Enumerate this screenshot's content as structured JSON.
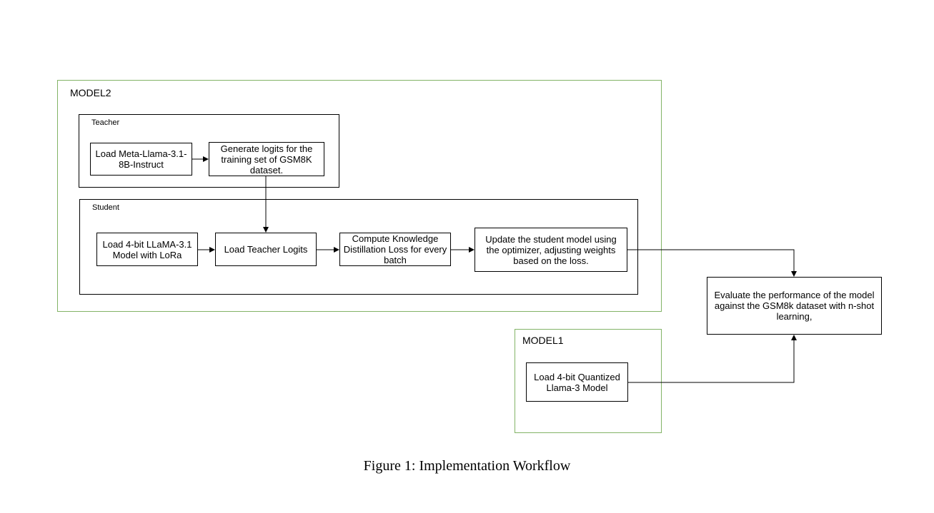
{
  "containers": {
    "model2": "MODEL2",
    "teacher": "Teacher",
    "student": "Student",
    "model1": "MODEL1"
  },
  "nodes": {
    "load_meta_llama": "Load Meta-Llama-3.1-8B-Instruct",
    "generate_logits": "Generate logits for the training set of GSM8K dataset.",
    "load_4bit_lora": "Load 4-bit LLaMA-3.1 Model with LoRa",
    "load_teacher_logits": "Load Teacher Logits",
    "compute_kd_loss": "Compute Knowledge Distillation Loss for every batch",
    "update_student": "Update the student model using the optimizer, adjusting weights based on the loss.",
    "evaluate": "Evaluate the performance of the model against the GSM8k dataset with n-shot learning,",
    "load_4bit_quantized": "Load 4-bit Quantized Llama-3 Model"
  },
  "caption": "Figure 1: Implementation Workflow",
  "colors": {
    "container_border": "#82b366",
    "box_border": "#000000",
    "edge": "#000000"
  }
}
